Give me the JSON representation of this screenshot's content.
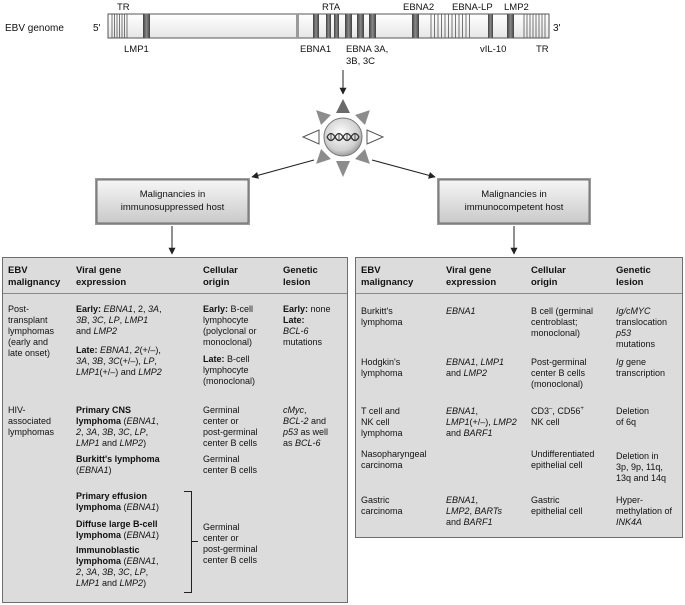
{
  "colors": {
    "panel_fill": "#dcdcdc",
    "panel_border": "#6e6e6e",
    "gene_block": "#5a5a5a",
    "ray_dark": "#6a6a6a",
    "ray_mid": "#8c8c8c"
  },
  "genome": {
    "label": "EBV genome",
    "five_prime": "5'",
    "three_prime": "3'",
    "top": {
      "tr": "TR",
      "rta": "RTA",
      "ebna2": "EBNA2",
      "ebna_lp": "EBNA-LP",
      "lmp2": "LMP2"
    },
    "bottom": {
      "lmp1": "LMP1",
      "ebna1": "EBNA1",
      "ebna3_line1": "EBNA 3A,",
      "ebna3_line2": "3B, 3C",
      "vil10": "vIL-10",
      "tr": "TR"
    }
  },
  "host_boxes": {
    "immunosuppressed": {
      "line1": "Malignancies in",
      "line2": "immunosuppressed host"
    },
    "immunocompetent": {
      "line1": "Malignancies in",
      "line2": "immunocompetent host"
    }
  },
  "headers": {
    "malignancy": "EBV\nmalignancy",
    "viral": "Viral gene\nexpression",
    "cellular": "Cellular\norigin",
    "genetic": "Genetic\nlesion"
  },
  "immunosuppressed_table": {
    "post_transplant": {
      "malignancy": "Post-\ntransplant\nlymphomas\n(early and\nlate onset)",
      "viral_early": [
        [
          "Early: ",
          "b"
        ],
        [
          "EBNA1",
          "i"
        ],
        [
          ", 2, ",
          ""
        ],
        [
          "3A",
          "i"
        ],
        [
          ",\n",
          ""
        ],
        [
          "3B",
          "i"
        ],
        [
          ", ",
          ""
        ],
        [
          "3C",
          "i"
        ],
        [
          ", ",
          ""
        ],
        [
          "LP",
          "i"
        ],
        [
          ", ",
          ""
        ],
        [
          "LMP1",
          "i"
        ],
        [
          "\nand ",
          ""
        ],
        [
          "LMP2",
          "i"
        ]
      ],
      "viral_late": [
        [
          "Late: ",
          "b"
        ],
        [
          "EBNA1",
          "i"
        ],
        [
          ", ",
          ""
        ],
        [
          "2",
          "i"
        ],
        [
          "(+/–),\n",
          ""
        ],
        [
          "3A",
          "i"
        ],
        [
          ", ",
          ""
        ],
        [
          "3B",
          "i"
        ],
        [
          ", ",
          ""
        ],
        [
          "3C",
          "i"
        ],
        [
          "(+/–), ",
          ""
        ],
        [
          "LP",
          "i"
        ],
        [
          ",\n",
          ""
        ],
        [
          "LMP1",
          "i"
        ],
        [
          "(+/–) and ",
          ""
        ],
        [
          "LMP2",
          "i"
        ]
      ],
      "cellular_early": [
        [
          "Early:",
          "b"
        ],
        [
          " B-cell\nlymphocyte\n(polyclonal or\nmonoclonal)",
          ""
        ]
      ],
      "cellular_late": [
        [
          "Late:",
          "b"
        ],
        [
          " B-cell\nlymphocyte\n(monoclonal)",
          ""
        ]
      ],
      "genetic_early": [
        [
          "Early:",
          "b"
        ],
        [
          " none",
          ""
        ]
      ],
      "genetic_late": [
        [
          "Late:",
          "b"
        ],
        [
          "\n",
          ""
        ],
        [
          "BCL-6",
          "i"
        ],
        [
          "\nmutations",
          ""
        ]
      ]
    },
    "hiv": {
      "malignancy": "HIV-\nassociated\nlymphomas",
      "primary_cns": [
        [
          "Primary CNS\nlymphoma",
          "b"
        ],
        [
          " (",
          ""
        ],
        [
          "EBNA1",
          "i"
        ],
        [
          ",\n",
          ""
        ],
        [
          "2",
          "i"
        ],
        [
          ", ",
          ""
        ],
        [
          "3A",
          "i"
        ],
        [
          ", ",
          ""
        ],
        [
          "3B",
          "i"
        ],
        [
          ", ",
          ""
        ],
        [
          "3C",
          "i"
        ],
        [
          ", ",
          ""
        ],
        [
          "LP",
          "i"
        ],
        [
          ",\n",
          ""
        ],
        [
          "LMP1",
          "i"
        ],
        [
          " and ",
          ""
        ],
        [
          "LMP2",
          "i"
        ],
        [
          ")",
          ""
        ]
      ],
      "primary_cns_cellular": "Germinal\ncenter or\npost-germinal\ncenter B cells",
      "primary_cns_genetic": [
        [
          "cMyc",
          "i"
        ],
        [
          ",\n",
          ""
        ],
        [
          "BCL-2",
          "i"
        ],
        [
          " and\n",
          ""
        ],
        [
          "p53",
          "i"
        ],
        [
          " as well\nas ",
          ""
        ],
        [
          "BCL-6",
          "i"
        ]
      ],
      "burkitt": [
        [
          "Burkitt's lymphoma",
          "b"
        ],
        [
          "\n(",
          ""
        ],
        [
          "EBNA1",
          "i"
        ],
        [
          ")",
          ""
        ]
      ],
      "burkitt_cellular": "Germinal\ncenter B cells",
      "primary_effusion": [
        [
          "Primary effusion\nlymphoma",
          "b"
        ],
        [
          " (",
          ""
        ],
        [
          "EBNA1",
          "i"
        ],
        [
          ")",
          ""
        ]
      ],
      "diffuse_large": [
        [
          "Diffuse large B-cell\nlymphoma",
          "b"
        ],
        [
          " (",
          ""
        ],
        [
          "EBNA1",
          "i"
        ],
        [
          ")",
          ""
        ]
      ],
      "immunoblastic": [
        [
          "Immunoblastic\nlymphoma",
          "b"
        ],
        [
          " (",
          ""
        ],
        [
          "EBNA1",
          "i"
        ],
        [
          ",\n",
          ""
        ],
        [
          "2",
          "i"
        ],
        [
          ", ",
          ""
        ],
        [
          "3A",
          "i"
        ],
        [
          ", ",
          ""
        ],
        [
          "3B",
          "i"
        ],
        [
          ", ",
          ""
        ],
        [
          "3C",
          "i"
        ],
        [
          ", ",
          ""
        ],
        [
          "LP",
          "i"
        ],
        [
          ",\n",
          ""
        ],
        [
          "LMP1",
          "i"
        ],
        [
          " and ",
          ""
        ],
        [
          "LMP2",
          "i"
        ],
        [
          ")",
          ""
        ]
      ],
      "group_cellular": "Germinal\ncenter or\npost-germinal\ncenter B cells"
    }
  },
  "immunocompetent_table": {
    "rows": [
      {
        "malignancy": "Burkitt's\nlymphoma",
        "viral": [
          [
            "EBNA1",
            "i"
          ]
        ],
        "cellular": [
          [
            "B cell (germinal\ncentroblast;\nmonoclonal)",
            ""
          ]
        ],
        "genetic": [
          [
            "Ig/cMYC",
            "i"
          ],
          [
            "\ntranslocation\n",
            ""
          ],
          [
            "p53",
            "i"
          ],
          [
            "\nmutations",
            ""
          ]
        ]
      },
      {
        "malignancy": "Hodgkin's\nlymphoma",
        "viral": [
          [
            "EBNA1",
            "i"
          ],
          [
            ", ",
            ""
          ],
          [
            "LMP1",
            "i"
          ],
          [
            "\nand ",
            ""
          ],
          [
            "LMP2",
            "i"
          ]
        ],
        "cellular": [
          [
            "Post-germinal\ncenter B cells\n(monoclonal)",
            ""
          ]
        ],
        "genetic": [
          [
            "Ig",
            "i"
          ],
          [
            " gene\ntranscription",
            ""
          ]
        ]
      },
      {
        "malignancy": "T cell and\nNK cell\nlymphoma",
        "viral": [
          [
            "EBNA1",
            "i"
          ],
          [
            ",\n",
            ""
          ],
          [
            "LMP1",
            "i"
          ],
          [
            "(+/–), ",
            ""
          ],
          [
            "LMP2",
            "i"
          ],
          [
            "\nand ",
            ""
          ],
          [
            "BARF1",
            "i"
          ]
        ],
        "cellular": [
          [
            "CD3",
            ""
          ],
          [
            "–",
            "sup"
          ],
          [
            ", CD56",
            ""
          ],
          [
            "+",
            "sup"
          ],
          [
            "\nNK cell",
            ""
          ]
        ],
        "genetic": [
          [
            "Deletion\nof 6q",
            ""
          ]
        ]
      },
      {
        "malignancy": "Nasopharyngeal\ncarcinoma",
        "viral": [],
        "cellular": [
          [
            "Undifferentiated\nepithelial cell",
            ""
          ]
        ],
        "genetic": [
          [
            "Deletion in\n3p, 9p, 11q,\n13q and 14q",
            ""
          ]
        ]
      },
      {
        "malignancy": "Gastric\ncarcinoma",
        "viral": [
          [
            "EBNA1",
            "i"
          ],
          [
            ",\n",
            ""
          ],
          [
            "LMP2",
            "i"
          ],
          [
            ", ",
            ""
          ],
          [
            "BARTs",
            "i"
          ],
          [
            "\nand ",
            ""
          ],
          [
            "BARF1",
            "i"
          ]
        ],
        "cellular": [
          [
            "Gastric\nepithelial cell",
            ""
          ]
        ],
        "genetic": [
          [
            "Hyper-\nmethylation of\n",
            ""
          ],
          [
            "INK4A",
            "i"
          ]
        ]
      }
    ]
  }
}
